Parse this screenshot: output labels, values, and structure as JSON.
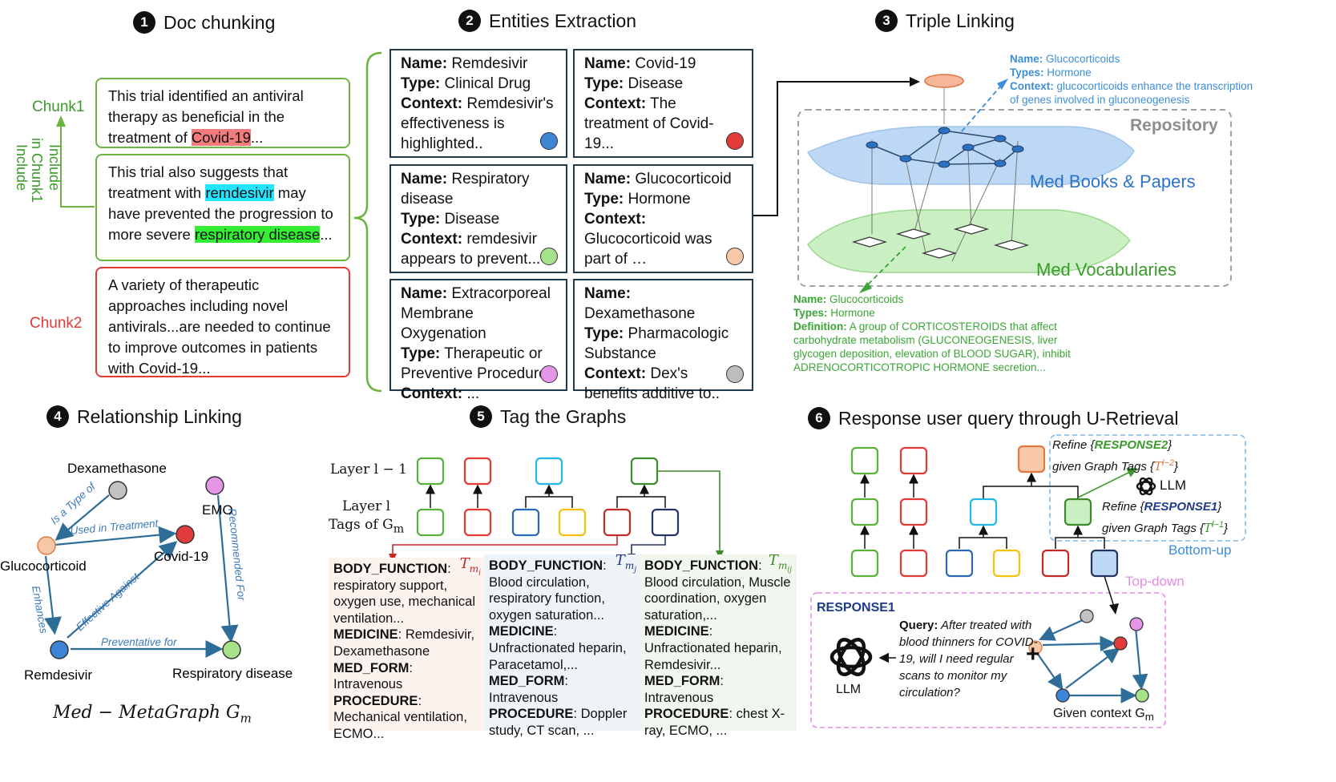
{
  "sections": {
    "s1": {
      "num": "1",
      "title": "Doc chunking"
    },
    "s2": {
      "num": "2",
      "title": "Entities Extraction"
    },
    "s3": {
      "num": "3",
      "title": "Triple Linking"
    },
    "s4": {
      "num": "4",
      "title": "Relationship Linking"
    },
    "s5": {
      "num": "5",
      "title": "Tag the Graphs"
    },
    "s6": {
      "num": "6",
      "title": "Response user query through U-Retrieval"
    }
  },
  "chunking": {
    "chunk1_label": "Chunk1",
    "chunk2_label": "Chunk2",
    "include_label_1": "Include",
    "include_label_2": "in Chunk1",
    "text1_a": "This trial identified an antiviral therapy as beneficial in the treatment of ",
    "text1_hl": "Covid-19",
    "text1_b": "...",
    "text2_a": "This trial also suggests that treatment with ",
    "text2_hl1": "remdesivir",
    "text2_b": " may have prevented the progression to more severe ",
    "text2_hl2": "respiratory disease",
    "text2_c": "...",
    "text3": "A variety of therapeutic approaches including novel antivirals...are needed to continue to improve outcomes in patients with Covid-19..."
  },
  "entities": [
    {
      "name": "Remdesivir",
      "type": "Clinical Drug",
      "context": "Remdesivir's effectiveness is highlighted..",
      "color": "#3d86d6"
    },
    {
      "name": "Covid-19",
      "type": "Disease",
      "context": "The treatment of Covid-19...",
      "color": "#e23b3b"
    },
    {
      "name": "Respiratory disease",
      "type": "Disease",
      "context": "remdesivir appears to prevent...",
      "color": "#a5e28a"
    },
    {
      "name": "Glucocorticoid",
      "type": "Hormone",
      "context": "Glucocorticoid was part of …",
      "color": "#f7c8a8"
    },
    {
      "name": "Extracorporeal Membrane Oxygenation",
      "type": "Therapeutic or Preventive Procedure",
      "context": "...",
      "color": "#e596e6"
    },
    {
      "name": "Dexamethasone",
      "type": "Pharmacologic Substance",
      "context": "Dex's benefits additive to..",
      "color": "#bdbdbd"
    }
  ],
  "entity_labels": {
    "name": "Name:",
    "type": "Type:",
    "context": "Context:"
  },
  "triple": {
    "repo_label": "Repository",
    "books_label": "Med Books & Papers",
    "vocab_label": "Med Vocabularies",
    "top_name_k": "Name:",
    "top_name_v": "Glucocorticoids",
    "top_types_k": "Types:",
    "top_types_v": "Hormone",
    "top_ctx_k": "Context:",
    "top_ctx_v": "glucocorticoids enhance the transcription of genes involved in gluconeogenesis",
    "bot_name_k": "Name:",
    "bot_name_v": "Glucocorticoids",
    "bot_types_k": "Types:",
    "bot_types_v": "Hormone",
    "bot_def_k": "Definition:",
    "bot_def_v": "A group of CORTICOSTEROIDS that affect carbohydrate metabolism (GLUCONEOGENESIS, liver glycogen deposition, elevation of BLOOD SUGAR), inhibit ADRENOCORTICOTROPIC HORMONE secretion..."
  },
  "relations": {
    "nodes": {
      "dexamethasone": "Dexamethasone",
      "emo": "EMO",
      "glucocorticoid": "Glucocorticoid",
      "covid": "Covid-19",
      "remdesivir": "Remdesivir",
      "respiratory": "Respiratory disease"
    },
    "edges": {
      "is_type_of": "Is a Type of",
      "used_in_treatment": "Used in Treatment",
      "recommended_for": "Recommended For",
      "enhances": "Enhances",
      "effective_against": "Effective Against",
      "preventative_for": "Preventative for"
    },
    "caption": "Med − MetaGraph G",
    "caption_sub": "m"
  },
  "tags": {
    "layer_top": "Layer l − 1",
    "layer_bot": "Layer l",
    "tags_of": "Tags of G",
    "tags_of_sub": "m",
    "box1": {
      "sym": "T",
      "sym_sub": "m",
      "sym_subsub": "i",
      "lines": [
        {
          "k": "BODY_FUNCTION",
          "v": ": "
        },
        {
          "k": "",
          "v": "respiratory support, oxygen use, mechanical ventilation..."
        },
        {
          "k": "MEDICINE",
          "v": ": Remdesivir, Dexamethasone"
        },
        {
          "k": "MED_FORM",
          "v": ": Intravenous"
        },
        {
          "k": "PROCEDURE",
          "v": ":"
        },
        {
          "k": "",
          "v": "Mechanical ventilation, ECMO..."
        }
      ]
    },
    "box2": {
      "sym": "T",
      "sym_sub": "m",
      "sym_subsub": "j",
      "lines": [
        {
          "k": "BODY_FUNCTION",
          "v": ":"
        },
        {
          "k": "",
          "v": "Blood circulation, respiratory function, oxygen saturation..."
        },
        {
          "k": "MEDICINE",
          "v": ":"
        },
        {
          "k": "",
          "v": "Unfractionated heparin, Paracetamol,..."
        },
        {
          "k": "MED_FORM",
          "v": ": Intravenous"
        },
        {
          "k": "PROCEDURE",
          "v": ": Doppler study, CT scan, ..."
        }
      ]
    },
    "box3": {
      "sym": "T",
      "sym_sub": "m",
      "sym_subsub": "ij",
      "lines": [
        {
          "k": "BODY_FUNCTION",
          "v": ":"
        },
        {
          "k": "",
          "v": "Blood circulation, Muscle coordination, oxygen saturation,..."
        },
        {
          "k": "MEDICINE",
          "v": ":"
        },
        {
          "k": "",
          "v": "Unfractionated heparin, Remdesivir..."
        },
        {
          "k": "MED_FORM",
          "v": ": Intravenous"
        },
        {
          "k": "PROCEDURE",
          "v": ": chest X-ray, ECMO, ..."
        }
      ]
    }
  },
  "uretrieval": {
    "refine2_a": "Refine {",
    "refine2_b": "RESPONSE2",
    "refine2_c": "}",
    "refine2_line2": "given Graph Tags {",
    "refine2_sym": "T",
    "refine2_sup": "l−2",
    "refine2_end": "}",
    "llm": "LLM",
    "refine1_a": "Refine {",
    "refine1_b": "RESPONSE1",
    "refine1_c": "}",
    "refine1_line2": "given Graph Tags {",
    "refine1_sym": "T",
    "refine1_sup": "l−1",
    "refine1_end": "}",
    "bottom_up": "Bottom-up",
    "top_down": "Top-down",
    "response1": "RESPONSE1",
    "llm2": "LLM",
    "query_k": "Query:",
    "query_v": "After treated with blood thinners for COVID-19, will I need regular scans to monitor my circulation?",
    "plus": "+",
    "given_context": "Given context G",
    "given_context_sub": "m"
  }
}
